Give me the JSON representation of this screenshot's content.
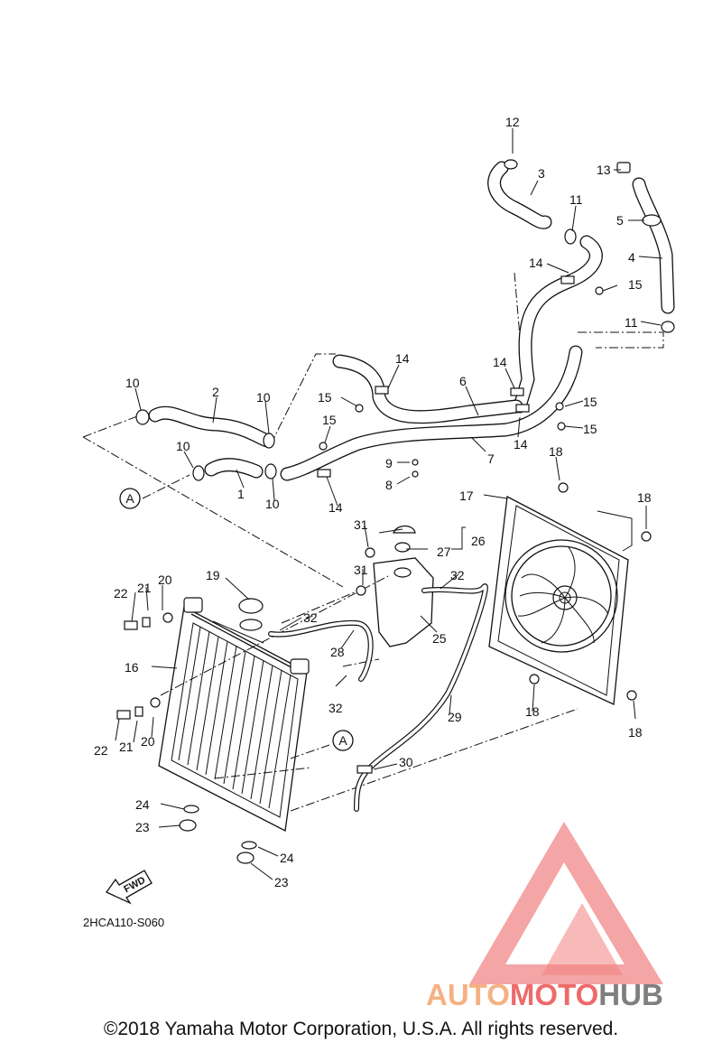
{
  "diagram": {
    "code": "2HCA110-S060",
    "fwd_label": "FWD",
    "ref_label": "A",
    "callouts": [
      {
        "id": "12",
        "label": "12"
      },
      {
        "id": "3",
        "label": "3"
      },
      {
        "id": "13",
        "label": "13"
      },
      {
        "id": "11a",
        "label": "11"
      },
      {
        "id": "5",
        "label": "5"
      },
      {
        "id": "4",
        "label": "4"
      },
      {
        "id": "14a",
        "label": "14"
      },
      {
        "id": "15a",
        "label": "15"
      },
      {
        "id": "11b",
        "label": "11"
      },
      {
        "id": "14b",
        "label": "14"
      },
      {
        "id": "10a",
        "label": "10"
      },
      {
        "id": "2",
        "label": "2"
      },
      {
        "id": "10b",
        "label": "10"
      },
      {
        "id": "15b",
        "label": "15"
      },
      {
        "id": "6",
        "label": "6"
      },
      {
        "id": "14c",
        "label": "14"
      },
      {
        "id": "15c",
        "label": "15"
      },
      {
        "id": "15d",
        "label": "15"
      },
      {
        "id": "15e",
        "label": "15"
      },
      {
        "id": "14d",
        "label": "14"
      },
      {
        "id": "10c",
        "label": "10"
      },
      {
        "id": "7",
        "label": "7"
      },
      {
        "id": "18a",
        "label": "18"
      },
      {
        "id": "9",
        "label": "9"
      },
      {
        "id": "1",
        "label": "1"
      },
      {
        "id": "10d",
        "label": "10"
      },
      {
        "id": "8",
        "label": "8"
      },
      {
        "id": "14e",
        "label": "14"
      },
      {
        "id": "17",
        "label": "17"
      },
      {
        "id": "18b",
        "label": "18"
      },
      {
        "id": "31a",
        "label": "31"
      },
      {
        "id": "26",
        "label": "26"
      },
      {
        "id": "27",
        "label": "27"
      },
      {
        "id": "31b",
        "label": "31"
      },
      {
        "id": "32a",
        "label": "32"
      },
      {
        "id": "22a",
        "label": "22"
      },
      {
        "id": "21a",
        "label": "21"
      },
      {
        "id": "20a",
        "label": "20"
      },
      {
        "id": "19",
        "label": "19"
      },
      {
        "id": "32b",
        "label": "32"
      },
      {
        "id": "25",
        "label": "25"
      },
      {
        "id": "16",
        "label": "16"
      },
      {
        "id": "28",
        "label": "28"
      },
      {
        "id": "32c",
        "label": "32"
      },
      {
        "id": "18c",
        "label": "18"
      },
      {
        "id": "29",
        "label": "29"
      },
      {
        "id": "18d",
        "label": "18"
      },
      {
        "id": "22b",
        "label": "22"
      },
      {
        "id": "21b",
        "label": "21"
      },
      {
        "id": "20b",
        "label": "20"
      },
      {
        "id": "30",
        "label": "30"
      },
      {
        "id": "24a",
        "label": "24"
      },
      {
        "id": "23a",
        "label": "23"
      },
      {
        "id": "24b",
        "label": "24"
      },
      {
        "id": "23b",
        "label": "23"
      }
    ]
  },
  "watermark": {
    "brand_part1": "AUTO",
    "brand_part2": "MOTO",
    "brand_part3": "HUB",
    "color_orange": "#f4b183",
    "color_red": "#ee6a6a",
    "color_gray": "#7f7f7f"
  },
  "footer": {
    "copyright": "©2018 Yamaha Motor Corporation, U.S.A. All rights reserved."
  }
}
